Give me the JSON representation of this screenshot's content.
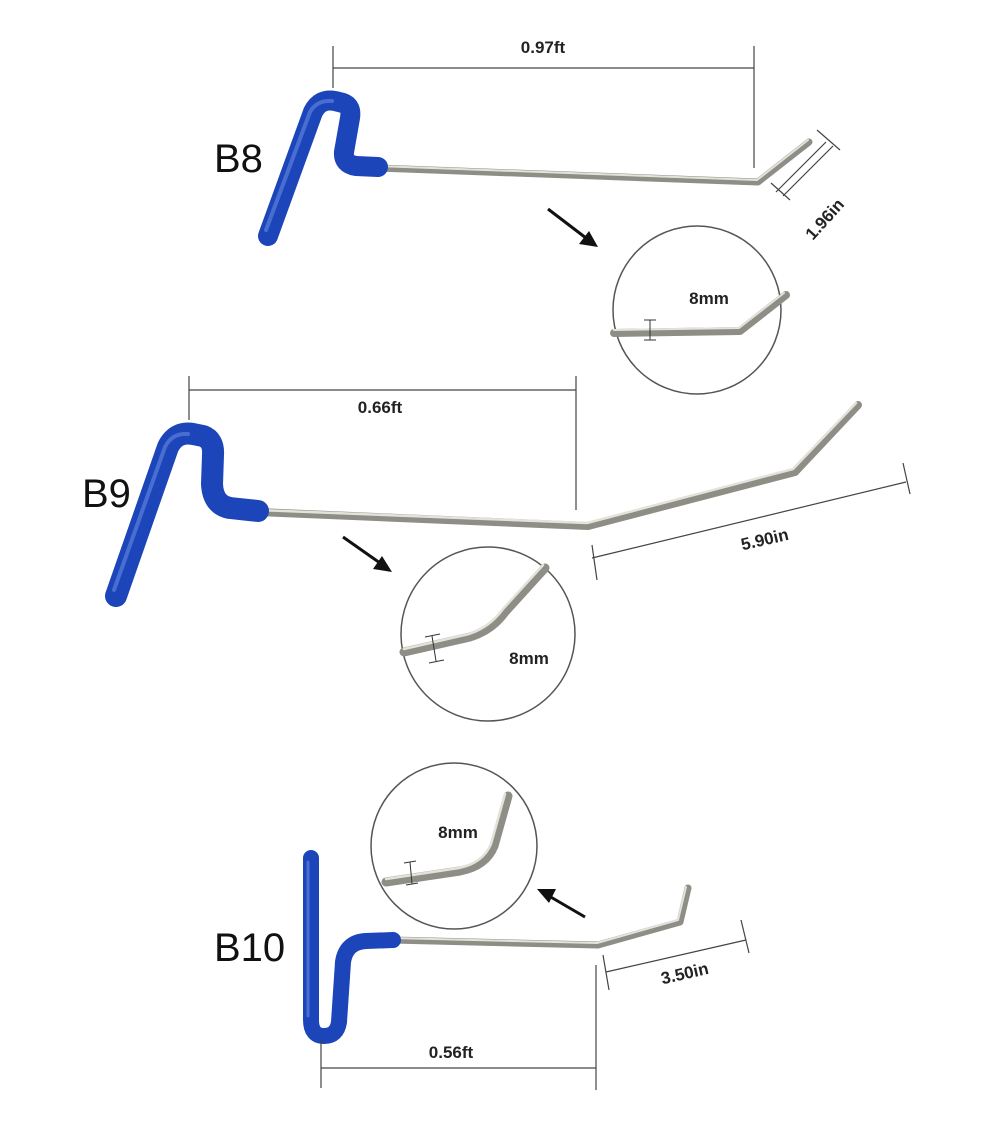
{
  "tools": [
    {
      "id": "B8",
      "label": "B8",
      "length": "0.97ft",
      "tip_length": "1.96in",
      "diameter": "8mm"
    },
    {
      "id": "B9",
      "label": "B9",
      "length": "0.66ft",
      "tip_length": "5.90in",
      "diameter": "8mm"
    },
    {
      "id": "B10",
      "label": "B10",
      "length": "0.56ft",
      "tip_length": "3.50in",
      "diameter": "8mm"
    }
  ],
  "colors": {
    "handle": "#1b45b8",
    "rod": "#8e8e86",
    "background": "#ffffff"
  }
}
